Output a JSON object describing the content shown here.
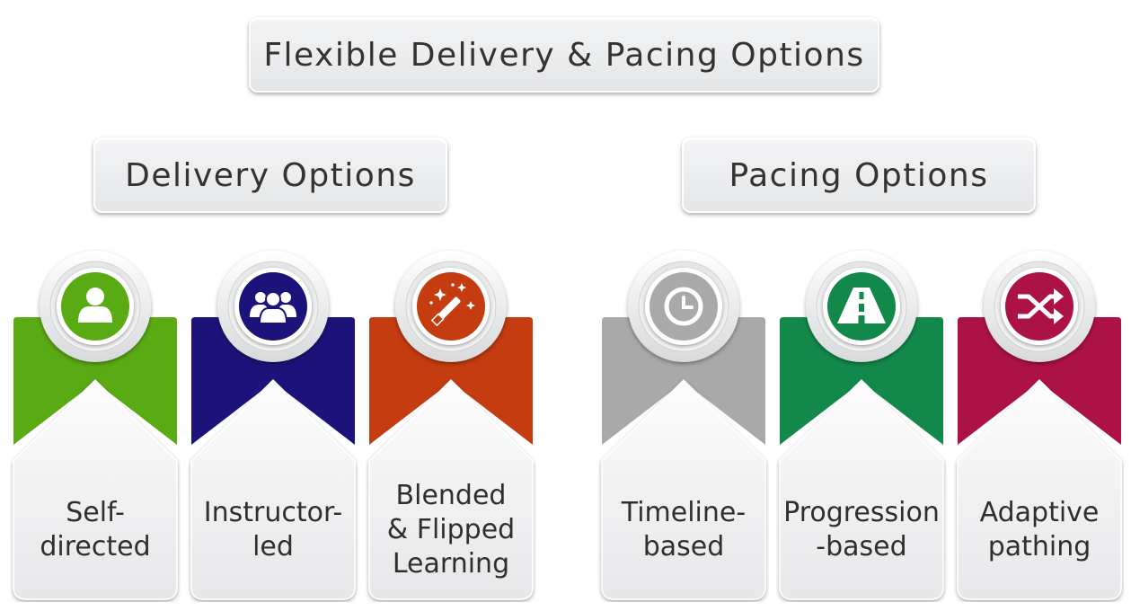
{
  "title": "Flexible Delivery & Pacing Options",
  "groups": [
    {
      "title": "Delivery Options",
      "items": [
        {
          "lines": [
            "Self-",
            "directed"
          ],
          "color": "#5aaa14",
          "icon": "person-icon"
        },
        {
          "lines": [
            "Instructor-",
            "led"
          ],
          "color": "#1c137a",
          "icon": "group-icon"
        },
        {
          "lines": [
            "Blended",
            "& Flipped",
            "Learning"
          ],
          "color": "#c43c10",
          "icon": "magic-wand-icon"
        }
      ]
    },
    {
      "title": "Pacing Options",
      "items": [
        {
          "lines": [
            "Timeline-",
            "based"
          ],
          "color": "#a9a9a9",
          "icon": "clock-icon"
        },
        {
          "lines": [
            "Progression",
            "-based"
          ],
          "color": "#12894a",
          "icon": "road-icon"
        },
        {
          "lines": [
            "Adaptive",
            "pathing"
          ],
          "color": "#ad1246",
          "icon": "shuffle-icon"
        }
      ]
    }
  ]
}
